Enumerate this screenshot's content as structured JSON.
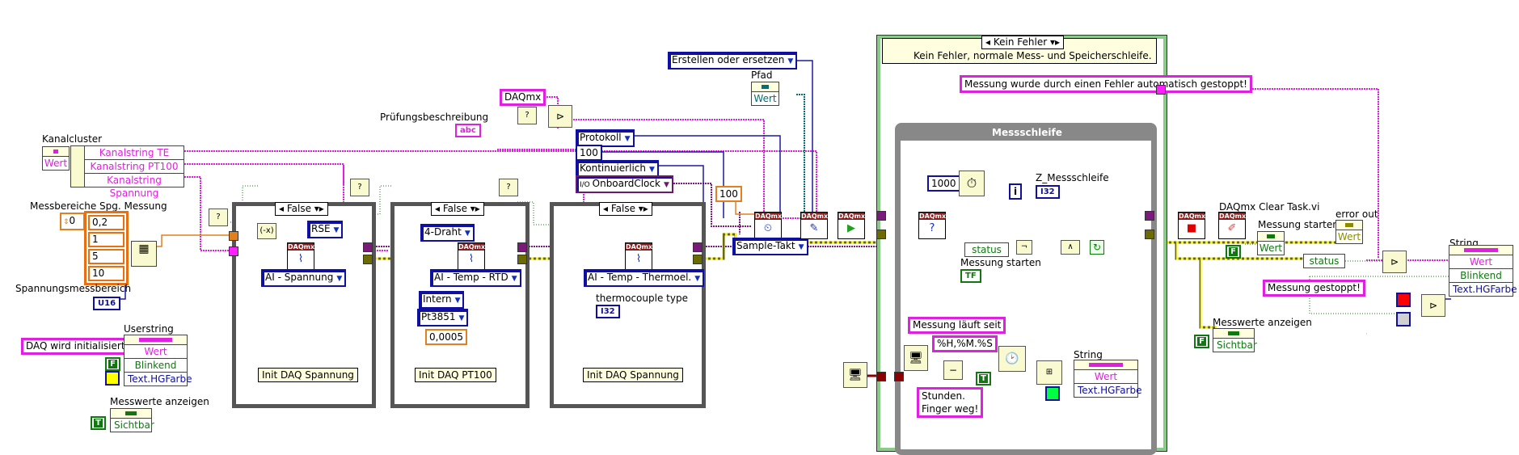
{
  "diagram": {
    "kanalcluster": {
      "label": "Kanalcluster",
      "value_row": "Wert",
      "fields": [
        "Kanalstring TE",
        "Kanalstring PT100",
        "Kanalstring Spannung"
      ]
    },
    "messbereiche": {
      "label": "Messbereiche Spg. Messung",
      "index": "0",
      "values": [
        "0,2",
        "1",
        "5",
        "10"
      ]
    },
    "spannungsmessbereich": {
      "label": "Spannungsmessbereich",
      "type": "U16"
    },
    "userstring": {
      "label": "Userstring",
      "constant": "DAQ wird initialisiert.",
      "rows": [
        "Wert",
        "Blinkend",
        "Text.HGFarbe"
      ],
      "blink_const": "F",
      "color": "#ffff00"
    },
    "messwerte_left": {
      "label": "Messwerte anzeigen",
      "row": "Sichtbar",
      "const": "T"
    },
    "pruefung": {
      "label": "Prüfungsbeschreibung",
      "type": "abc",
      "daqmx_const": "DAQmx"
    },
    "case1": {
      "selector": "False",
      "terminal_enum": "RSE",
      "channel_enum": "AI - Spannung",
      "note": "Init DAQ Spannung"
    },
    "case2": {
      "selector": "False",
      "wire_enum": "4-Draht",
      "channel_enum": "AI - Temp - RTD",
      "excitation_enum": "Intern",
      "rtd_enum": "Pt3851",
      "current_const": "0,0005",
      "note": "Init DAQ PT100"
    },
    "case3": {
      "selector": "False",
      "channel_enum": "AI - Temp - Thermoel.",
      "tc_label": "thermocouple type",
      "tc_type": "I32",
      "note": "Init DAQ Spannung"
    },
    "timing": {
      "log_mode": "Protokoll",
      "rate": "100",
      "sample_mode": "Kontinuierlich",
      "clock_source": "OnboardClock",
      "samples": "100",
      "timing_type": "Sample-Takt",
      "file_mode": "Erstellen oder ersetzen",
      "pfad_label": "Pfad",
      "pfad_row": "Wert"
    },
    "daqmx_title": "DAQmx",
    "outer_case": {
      "selector": "Kein Fehler",
      "note": "Kein Fehler, normale Mess- und Speicherschleife.",
      "error_msg": "Messung wurde durch einen Fehler automatisch gestoppt!"
    },
    "loop": {
      "title": "Messschleife",
      "wait_ms": "1000",
      "counter_label": "Z_Messschleife",
      "counter_type": "I32",
      "iter": "i",
      "status": "status",
      "start_label": "Messung starten",
      "start_const": "TF",
      "running_text": "Messung läuft seit",
      "time_format": "%H,%M.%S",
      "hours_text": "Stunden.\nFinger weg!",
      "bool_t": "T",
      "string_label": "String",
      "string_rows": [
        "Wert",
        "Text.HGFarbe"
      ],
      "color": "#00ff40"
    },
    "right": {
      "clear_label": "DAQmx Clear Task.vi",
      "start_label": "Messung starten",
      "start_row": "Wert",
      "start_const": "F",
      "error_label": "error out",
      "error_row": "Wert",
      "status": "status",
      "stopped_text": "Messung gestoppt!",
      "messwerte_label": "Messwerte anzeigen",
      "messwerte_row": "Sichtbar",
      "messwerte_const": "F",
      "string_label": "String",
      "string_rows": [
        "Wert",
        "Blinkend",
        "Text.HGFarbe"
      ],
      "color_red": "#ff0000",
      "color_gray": "#d0d0d0"
    }
  }
}
